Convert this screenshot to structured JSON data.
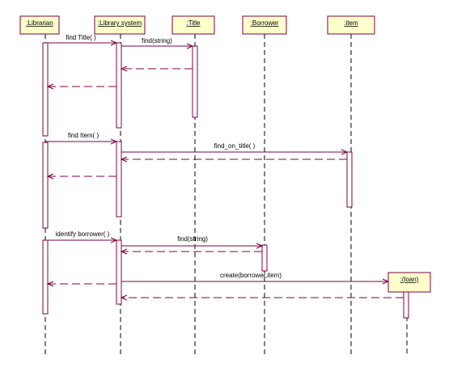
{
  "theme": {
    "line_color": "#800040",
    "box_fill": "#ffffcc",
    "text_color": "#000000"
  },
  "objects": [
    {
      "id": "librarian",
      "label": ":Librarian"
    },
    {
      "id": "library_system",
      "label": ":Library system"
    },
    {
      "id": "title",
      "label": ":Title"
    },
    {
      "id": "borrower",
      "label": ":Borrower"
    },
    {
      "id": "item",
      "label": ":item"
    },
    {
      "id": "loan",
      "label": ":(loan)"
    }
  ],
  "messages": [
    {
      "id": "find_title",
      "label": "find Title( )",
      "kind": "call",
      "from": "librarian",
      "to": "library_system"
    },
    {
      "id": "find_string_1",
      "label": "find(string)",
      "kind": "call",
      "from": "library_system",
      "to": "title"
    },
    {
      "id": "ret_title",
      "label": "",
      "kind": "return",
      "from": "title",
      "to": "library_system"
    },
    {
      "id": "ret_find_title",
      "label": "",
      "kind": "return",
      "from": "library_system",
      "to": "librarian"
    },
    {
      "id": "find_item",
      "label": "find Item( )",
      "kind": "call",
      "from": "librarian",
      "to": "library_system"
    },
    {
      "id": "find_on_title",
      "label": "find_on_title( )",
      "kind": "call",
      "from": "library_system",
      "to": "item"
    },
    {
      "id": "ret_item",
      "label": "",
      "kind": "return",
      "from": "item",
      "to": "library_system"
    },
    {
      "id": "ret_find_item",
      "label": "",
      "kind": "return",
      "from": "library_system",
      "to": "librarian"
    },
    {
      "id": "identify_borrower",
      "label": "identify borrower( )",
      "kind": "call",
      "from": "librarian",
      "to": "library_system"
    },
    {
      "id": "find_string_2",
      "label": "find(string)",
      "kind": "call",
      "from": "library_system",
      "to": "borrower"
    },
    {
      "id": "ret_borrower",
      "label": "",
      "kind": "return",
      "from": "borrower",
      "to": "library_system"
    },
    {
      "id": "create_loan",
      "label": "create(borrower,item)",
      "kind": "create",
      "from": "library_system",
      "to": "loan"
    },
    {
      "id": "ret_identify",
      "label": "",
      "kind": "return",
      "from": "library_system",
      "to": "librarian"
    },
    {
      "id": "ret_loan",
      "label": "",
      "kind": "return",
      "from": "loan",
      "to": "library_system"
    }
  ]
}
